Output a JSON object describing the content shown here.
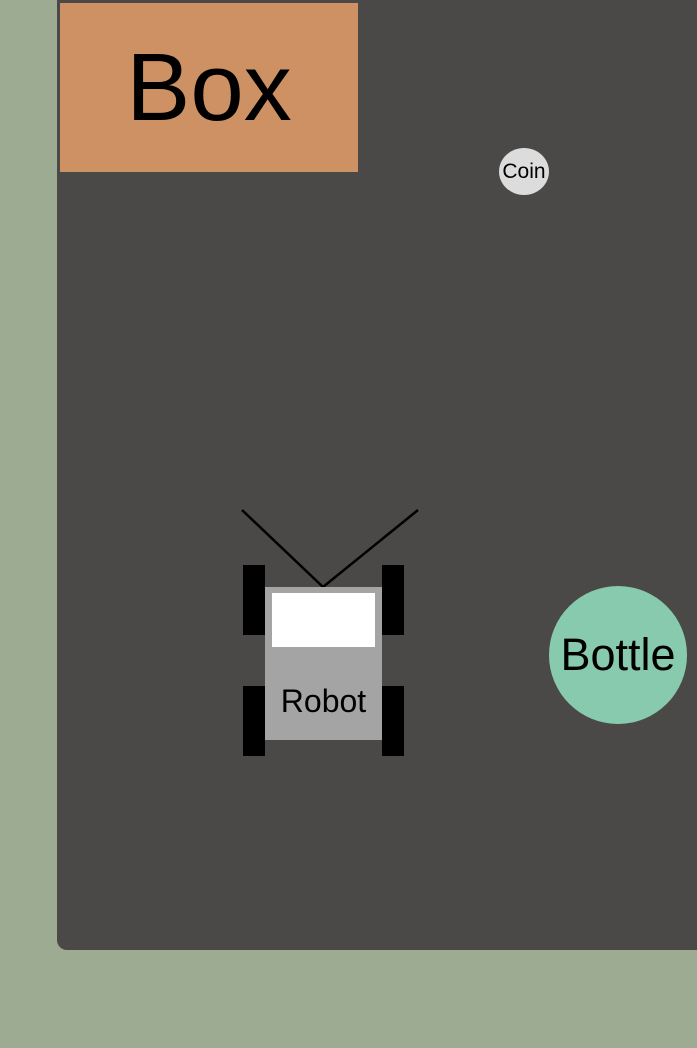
{
  "objects": {
    "box": {
      "label": "Box"
    },
    "coin": {
      "label": "Coin"
    },
    "bottle": {
      "label": "Bottle"
    },
    "robot": {
      "label": "Robot"
    }
  },
  "colors": {
    "background": "#9eab93",
    "arena": "#4a4948",
    "box": "#cd9163",
    "coin": "#dcdcdc",
    "bottle": "#88caad",
    "robot_body": "#a4a4a4",
    "robot_screen": "#ffffff",
    "wheels": "#000000"
  }
}
